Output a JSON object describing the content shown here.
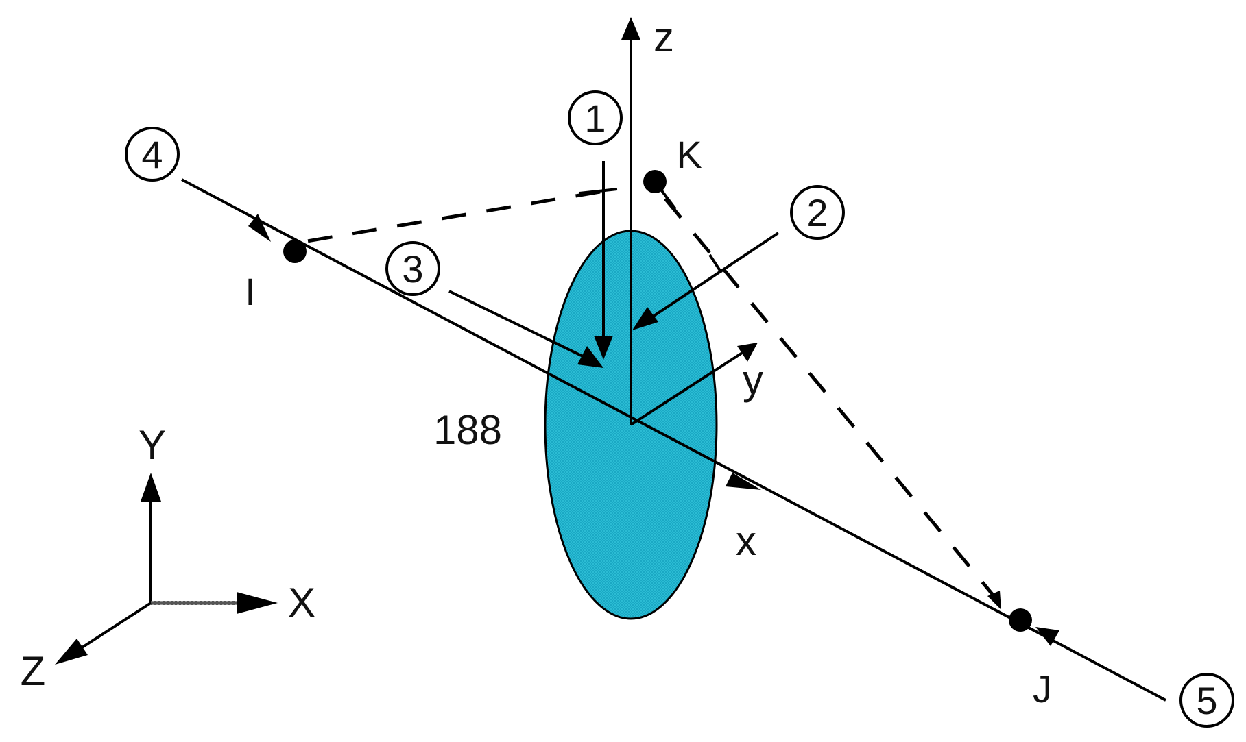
{
  "diagram": {
    "element_number": "188",
    "nodes": {
      "i": "I",
      "j": "J",
      "k": "K"
    },
    "element_axes": {
      "x": "x",
      "y": "y",
      "z": "z"
    },
    "global_axes": {
      "x": "X",
      "y": "Y",
      "z": "Z"
    },
    "faces": [
      "1",
      "2",
      "3",
      "4",
      "5"
    ],
    "colors": {
      "section_fill": "#2bbcd4",
      "line": "#000000"
    }
  }
}
